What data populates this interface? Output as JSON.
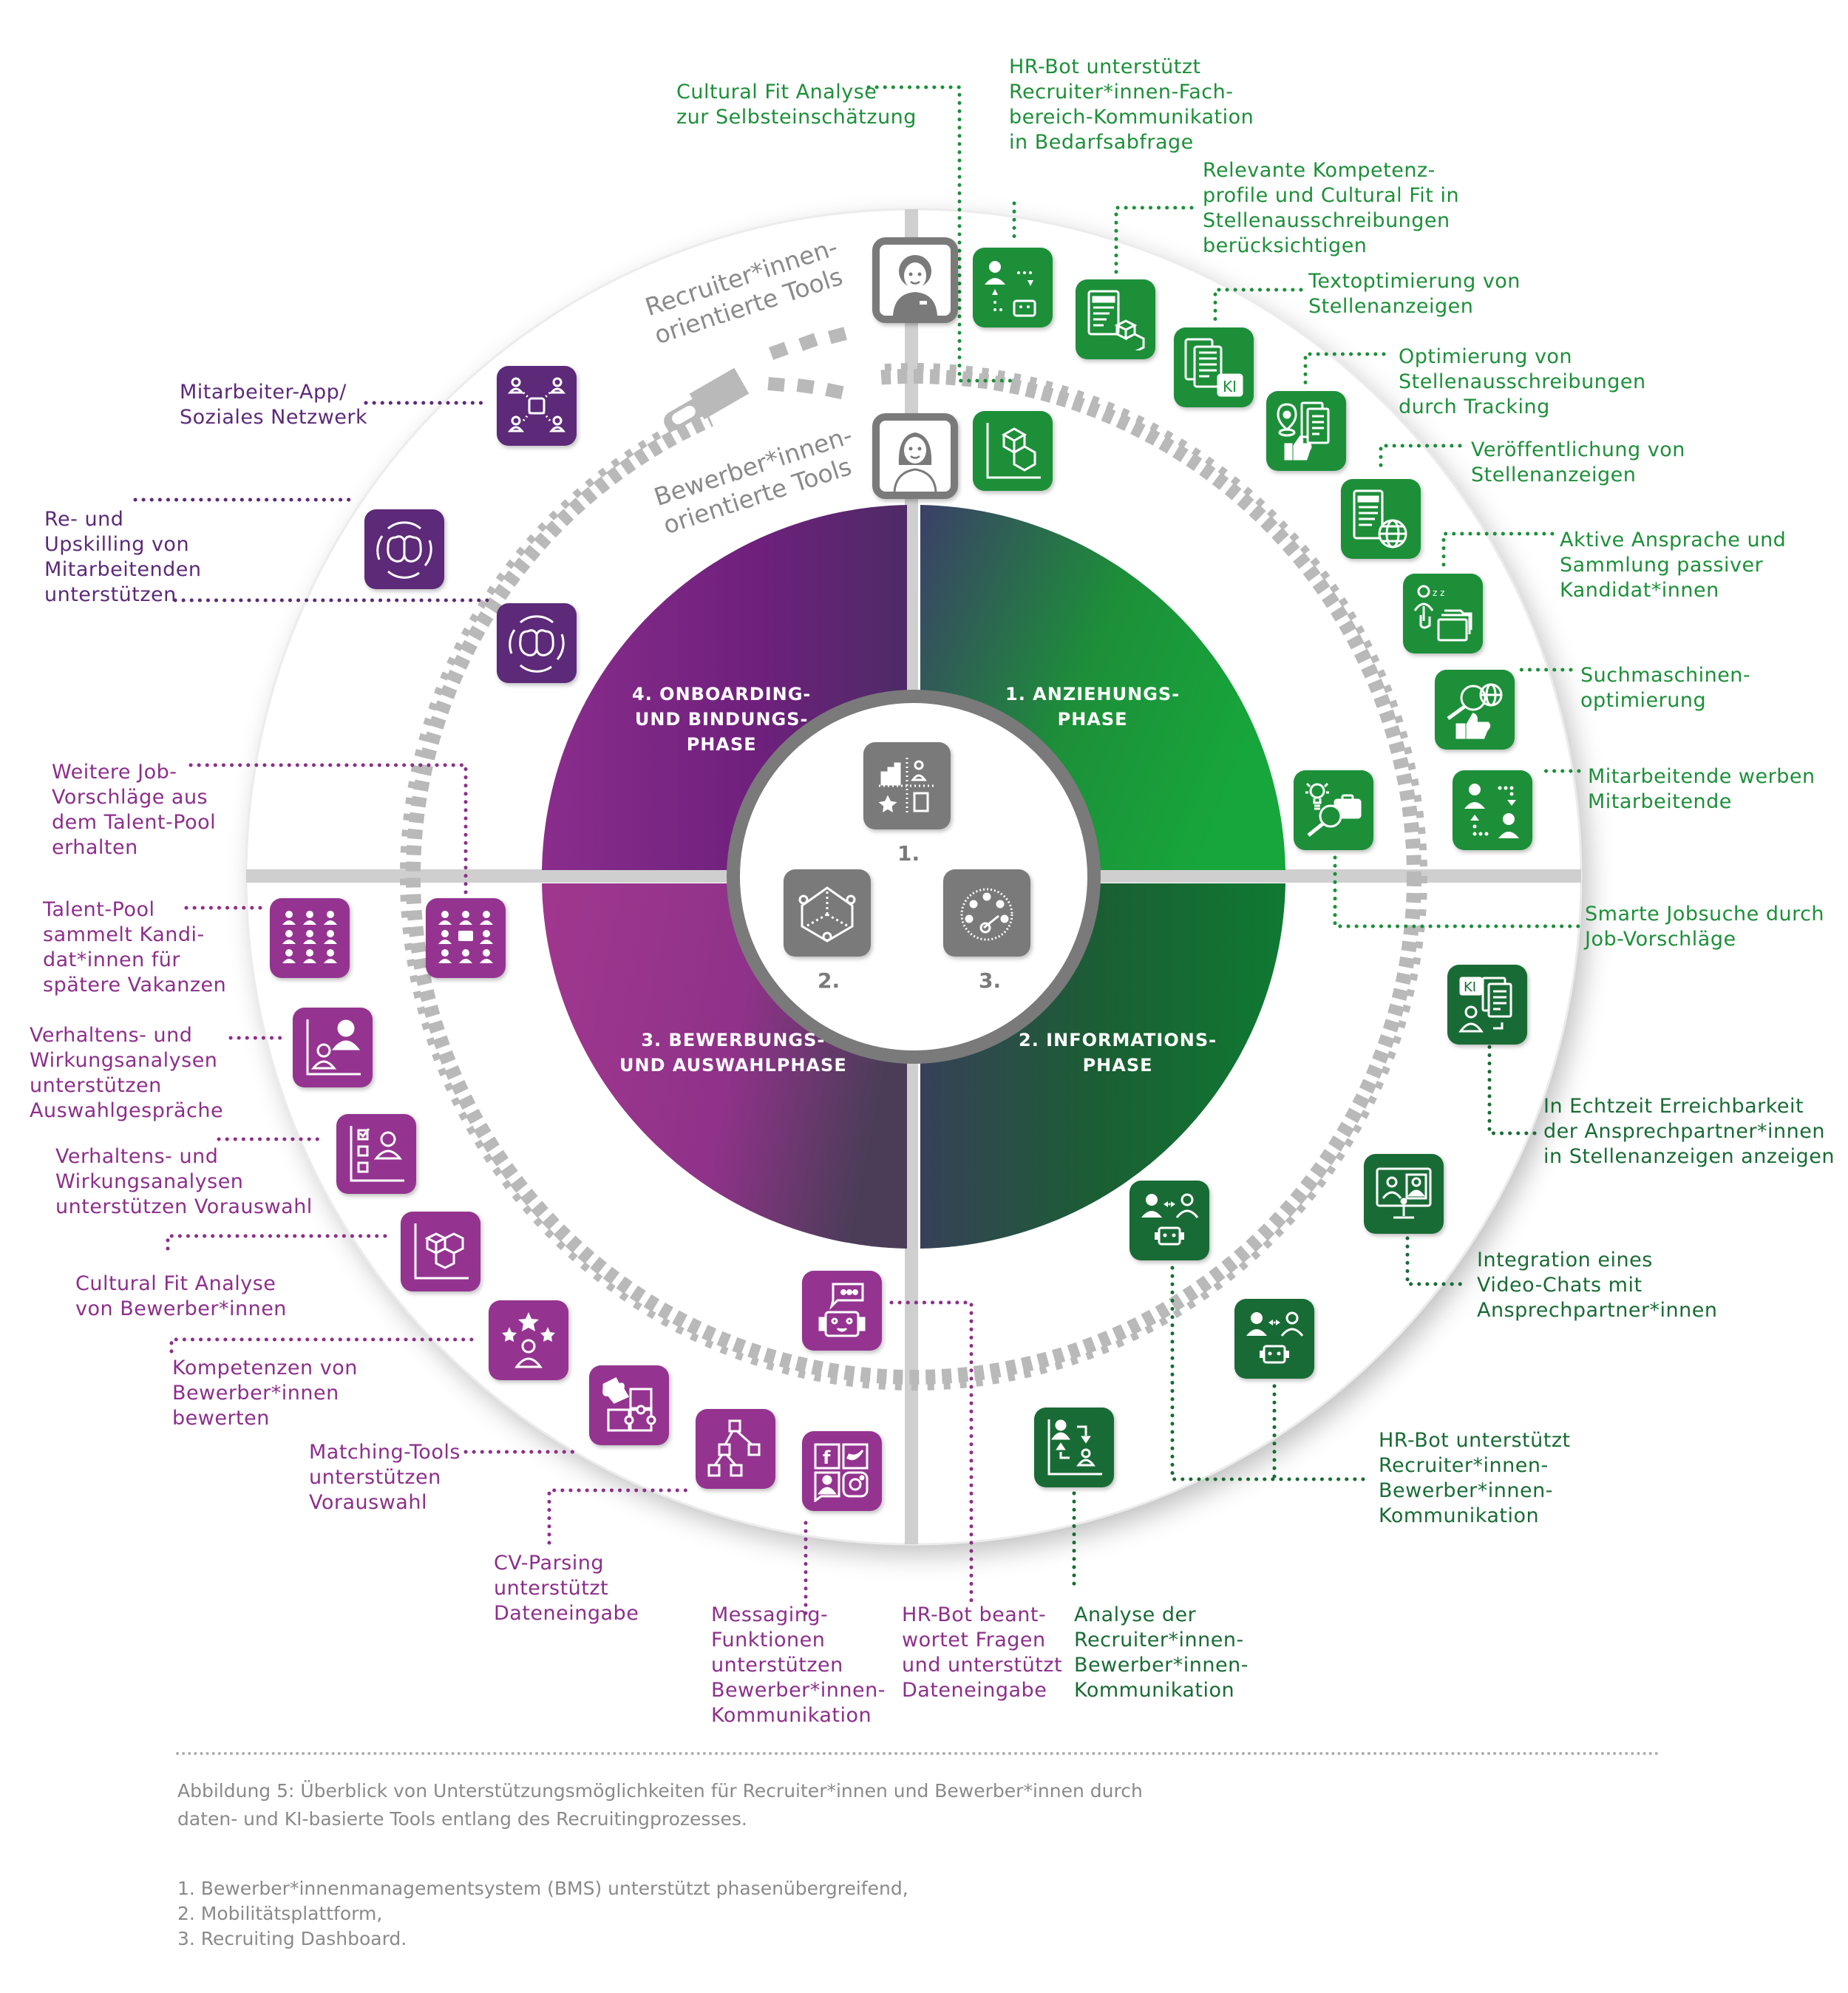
{
  "colors": {
    "green_attraction": "#1d8f39",
    "green_information": "#196b35",
    "purple_onboarding": "#5c2a78",
    "purple_application": "#943490",
    "gray": "#7a7a7a"
  },
  "ring_labels": {
    "recruiter": "Recruiter*innen-\norientierte Tools",
    "bewerber": "Bewerber*innen-\norientierte Tools"
  },
  "phases": [
    {
      "id": "anziehung",
      "label": "1. ANZIEHUNGS-\nPHASE"
    },
    {
      "id": "information",
      "label": "2. INFORMATIONS-\nPHASE"
    },
    {
      "id": "bewerbung",
      "label": "3. BEWERBUNGS-\nUND AUSWAHLPHASE"
    },
    {
      "id": "onboarding",
      "label": "4. ONBOARDING-\nUND BINDUNGS-\nPHASE"
    }
  ],
  "center_tools": [
    {
      "number": "1.",
      "icon": "bms-dashboard-icon"
    },
    {
      "number": "2.",
      "icon": "mobility-platform-icon"
    },
    {
      "number": "3.",
      "icon": "gauge-dashboard-icon"
    }
  ],
  "tools": {
    "cultural_fit_selbst": "Cultural Fit Analyse\nzur Selbsteinschätzung",
    "hrbot_fachbereich": "HR-Bot unterstützt\nRecruiter*innen-Fach-\nbereich-Kommunikation\nin Bedarfsabfrage",
    "kompetenzprofile": "Relevante Kompetenz-\nprofile und Cultural Fit in\nStellenausschreibungen\nberücksichtigen",
    "textoptimierung": "Textoptimierung von\nStellenanzeigen",
    "tracking": "Optimierung von\nStellenausschreibungen\ndurch Tracking",
    "veroeffentlichung": "Veröffentlichung von\nStellenanzeigen",
    "aktive_ansprache": "Aktive Ansprache und\nSammlung passiver\nKandidat*innen",
    "seo": "Suchmaschinen-\noptimierung",
    "mitarbeiter_werben": "Mitarbeitende werben\nMitarbeitende",
    "smarte_jobsuche": "Smarte Jobsuche durch\nJob-Vorschläge",
    "echtzeit": "In Echtzeit Erreichbarkeit\nder Ansprechpartner*innen\nin Stellenanzeigen anzeigen",
    "videochat": "Integration eines\nVideo-Chats mit\nAnsprechpartner*innen",
    "hrbot_bewerber": "HR-Bot unterstützt\nRecruiter*innen-\nBewerber*innen-\nKommunikation",
    "analyse_kommunikation": "Analyse der\nRecruiter*innen-\nBewerber*innen-\nKommunikation",
    "hrbot_fragen": "HR-Bot beant-\nwortet Fragen\nund unterstützt\nDateneingabe",
    "messaging": "Messaging-\nFunktionen\nunterstützen\nBewerber*innen-\nKommunikation",
    "cv_parsing": "CV-Parsing\nunterstützt\nDateneingabe",
    "matching": "Matching-Tools\nunterstützen\nVorauswahl",
    "kompetenzen_bewerten": "Kompetenzen von\nBewerber*innen\nbewerten",
    "cultural_fit_bewerber": "Cultural Fit Analyse\nvon Bewerber*innen",
    "vorauswahl": "Verhaltens- und\nWirkungsanalysen\nunterstützen Vorauswahl",
    "auswahlgespraeche": "Verhaltens- und\nWirkungsanalysen\nunterstützen\nAuswahlgespräche",
    "talent_pool": "Talent-Pool\nsammelt Kandi-\ndat*innen für\nspätere Vakanzen",
    "job_vorschlaege": "Weitere Job-\nVorschläge aus\ndem Talent-Pool\nerhalten",
    "upskilling": "Re- und\nUpskilling von\nMitarbeitenden\nunterstützen",
    "mitarbeiter_app": "Mitarbeiter-App/\nSoziales Netzwerk"
  },
  "caption": {
    "figure": "Abbildung 5: Überblick von Unterstützungsmöglichkeiten für Recruiter*innen und Bewerber*innen durch\ndaten- und KI-basierte Tools entlang des Recruitingprozesses.",
    "footnotes": [
      "1. Bewerber*innenmanagementsystem (BMS) unterstützt phasenübergreifend,",
      "2. Mobilitätsplattform,",
      "3. Recruiting Dashboard."
    ]
  }
}
